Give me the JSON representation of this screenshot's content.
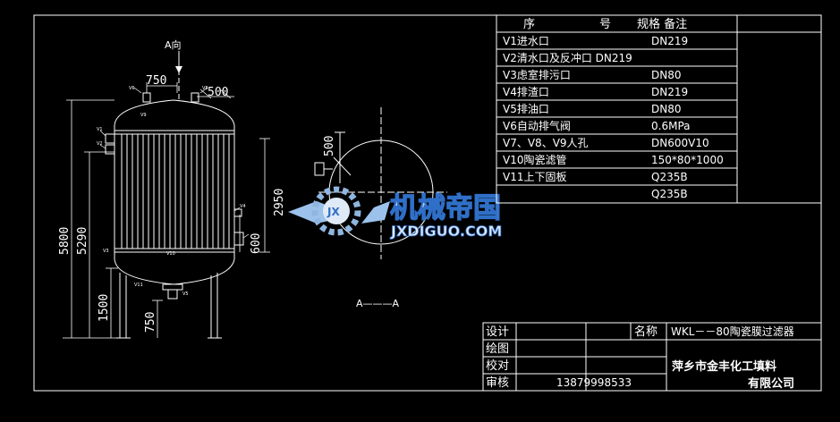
{
  "parts_table": {
    "header": {
      "seq": "序",
      "num": "号",
      "spec": "规格 备注"
    },
    "rows": [
      {
        "name": "V1进水口",
        "spec": "DN219"
      },
      {
        "name": "V2清水口及反冲口 DN219",
        "spec": ""
      },
      {
        "name": "V3虑室排污口",
        "spec": "DN80"
      },
      {
        "name": "V4排渣口",
        "spec": "DN219"
      },
      {
        "name": "V5排油口",
        "spec": "DN80"
      },
      {
        "name": "V6自动排气阀",
        "spec": "0.6MPa"
      },
      {
        "name": "V7、V8、V9人孔",
        "spec": "DN600V10"
      },
      {
        "name": "V10陶瓷滤管",
        "spec": "150*80*1000"
      },
      {
        "name": "V11上下固板",
        "spec": "Q235B"
      },
      {
        "name": "",
        "spec": "Q235B"
      }
    ]
  },
  "title_block": {
    "design": "设计",
    "draw": "绘图",
    "check": "校对",
    "review": "审核",
    "phone": "13879998533",
    "name_label": "名称",
    "product_name": "WKL－－80陶瓷膜过滤器",
    "company_line1": "萍乡市金丰化工填料",
    "company_line2": "有限公司"
  },
  "drawing": {
    "view_label": "A向",
    "section_label": "A———A",
    "dims": {
      "d750_top": "750",
      "d500_top": "500",
      "d5800": "5800",
      "d5290": "5290",
      "d2950": "2950",
      "d600": "600",
      "d1500": "1500",
      "d750_bottom": "750",
      "d500_side": "500"
    },
    "tags": {
      "v1": "V1",
      "v2": "V2",
      "v3": "V3",
      "v4": "V4",
      "v5": "V5",
      "v6": "V6",
      "v8": "V8",
      "v9": "V9",
      "v10": "V10",
      "v11": "V11"
    }
  },
  "watermark": {
    "text_cn": "机械帝国",
    "text_en": "JXDIGUO.COM",
    "badge": "JX"
  },
  "colors": {
    "background": "#000000",
    "lines": "#ffffff",
    "watermark_blue": "#2f6fc7",
    "watermark_light": "#9cc2ec"
  }
}
